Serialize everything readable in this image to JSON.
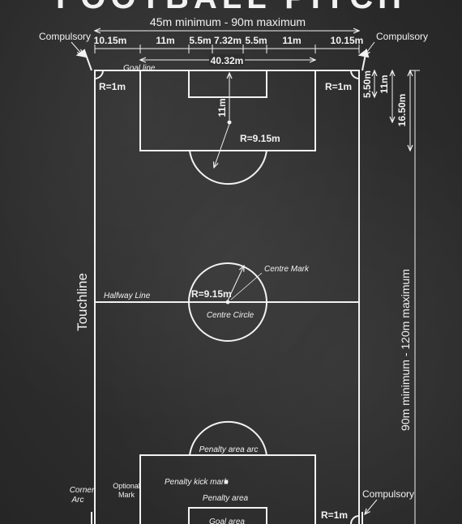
{
  "title": "FOOTBALL PITCH",
  "labels": {
    "width_range": "45m minimum - 90m maximum",
    "length_range": "90m minimum - 120m maximum",
    "compulsory_left": "Compulsory",
    "compulsory_right": "Compulsory",
    "compulsory_bottom": "Compulsory",
    "dim_10_15_left": "10.15m",
    "dim_11_left": "11m",
    "dim_5_5_left": "5.5m",
    "dim_7_32": "7.32m",
    "dim_5_5_right": "5.5m",
    "dim_11_right": "11m",
    "dim_10_15_right": "10.15m",
    "goal_line": "Goal line",
    "dim_40_32": "40.32m",
    "radius_1_left": "R=1m",
    "radius_1_right": "R=1m",
    "radius_1_bottom": "R=1m",
    "dim_5_50": "5.50m",
    "dim_11_vert": "11m",
    "dim_16_50": "16.50m",
    "dim_11_penalty": "11m",
    "penalty_arc_radius": "R=9.15m",
    "centre_mark": "Centre Mark",
    "halfway_line": "Halfway Line",
    "centre_radius": "R=9.15m",
    "centre_circle": "Centre Circle",
    "touchline": "Touchline",
    "penalty_area_arc": "Penalty area arc",
    "penalty_kick_mark": "Penalty kick mark",
    "penalty_area": "Penalty area",
    "goal_area": "Goal area",
    "corner_arc_1": "Corner",
    "corner_arc_2": "Arc",
    "optional_mark_1": "Optional",
    "optional_mark_2": "Mark"
  }
}
